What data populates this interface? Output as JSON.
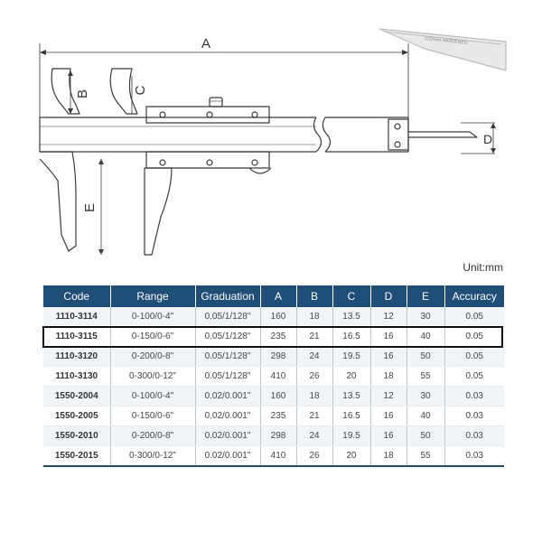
{
  "diagram": {
    "dim_a": "A",
    "dim_b": "B",
    "dim_c": "C",
    "dim_d": "D",
    "dim_e": "E",
    "ruler_text": "0,02mm  HARDENED"
  },
  "unit_label": "Unit:mm",
  "table": {
    "headers": [
      "Code",
      "Range",
      "Graduation",
      "A",
      "B",
      "C",
      "D",
      "E",
      "Accuracy"
    ],
    "rows": [
      [
        "1110-3114",
        "0-100/0-4\"",
        "0.05/1/128\"",
        "160",
        "18",
        "13.5",
        "12",
        "30",
        "0.05"
      ],
      [
        "1110-3115",
        "0-150/0-6\"",
        "0.05/1/128\"",
        "235",
        "21",
        "16.5",
        "16",
        "40",
        "0.05"
      ],
      [
        "1110-3120",
        "0-200/0-8\"",
        "0.05/1/128\"",
        "298",
        "24",
        "19.5",
        "16",
        "50",
        "0.05"
      ],
      [
        "1110-3130",
        "0-300/0-12\"",
        "0.05/1/128\"",
        "410",
        "26",
        "20",
        "18",
        "55",
        "0.05"
      ],
      [
        "1550-2004",
        "0-100/0-4\"",
        "0.02/0.001\"",
        "160",
        "18",
        "13.5",
        "12",
        "30",
        "0.03"
      ],
      [
        "1550-2005",
        "0-150/0-6\"",
        "0.02/0.001\"",
        "235",
        "21",
        "16.5",
        "16",
        "40",
        "0.03"
      ],
      [
        "1550-2010",
        "0-200/0-8\"",
        "0.02/0.001\"",
        "298",
        "24",
        "19.5",
        "16",
        "50",
        "0.03"
      ],
      [
        "1550-2015",
        "0-300/0-12\"",
        "0.02/0.001\"",
        "410",
        "26",
        "20",
        "18",
        "55",
        "0.03"
      ]
    ],
    "highlighted_row": 1
  },
  "colors": {
    "header_bg": "#1f4e79",
    "header_text": "#ffffff",
    "line": "#333333"
  }
}
